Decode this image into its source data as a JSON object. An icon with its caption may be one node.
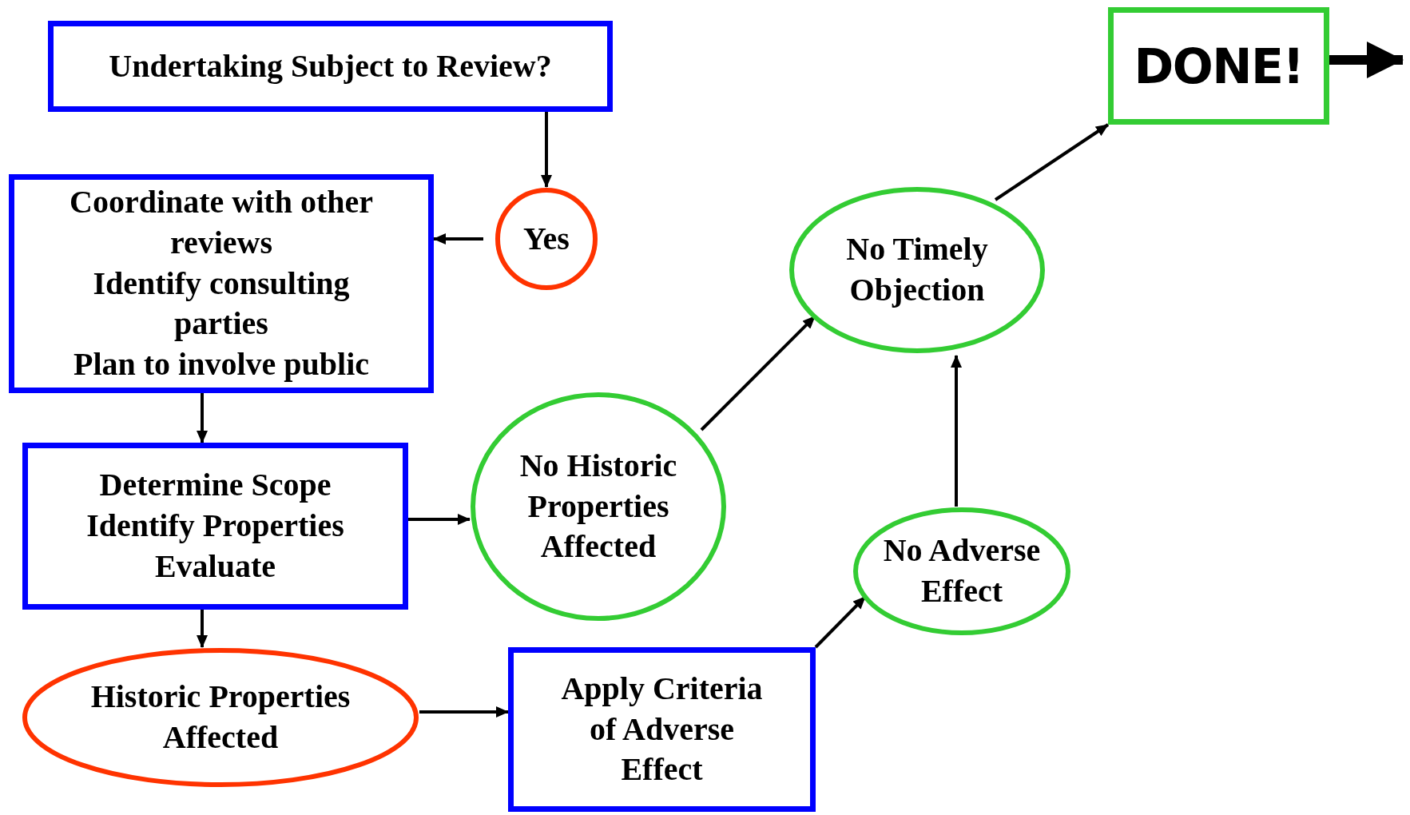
{
  "diagram": {
    "nodes": [
      {
        "text": [
          "Undertaking Subject to Review?"
        ]
      },
      {
        "text": [
          "Yes"
        ]
      },
      {
        "text": [
          "Coordinate with other reviews",
          "Identify consulting parties",
          "Plan to involve public"
        ]
      },
      {
        "text": [
          "Determine Scope",
          "Identify Properties",
          "Evaluate"
        ]
      },
      {
        "text": [
          "No Historic Properties Affected"
        ]
      },
      {
        "text": [
          "Historic Properties Affected"
        ]
      },
      {
        "text": [
          "Apply Criteria of Adverse Effect"
        ]
      },
      {
        "text": [
          "No Adverse Effect"
        ]
      },
      {
        "text": [
          "No Timely Objection"
        ]
      },
      {
        "text": [
          "DONE!"
        ]
      }
    ],
    "edges": [
      {
        "from": 0,
        "to": 1,
        "arrow": "to"
      },
      {
        "from": 1,
        "to": 2,
        "arrow": "to"
      },
      {
        "from": 2,
        "to": 3,
        "arrow": "to"
      },
      {
        "from": 3,
        "to": 4,
        "arrow": "to"
      },
      {
        "from": 3,
        "to": 5,
        "arrow": "to"
      },
      {
        "from": 5,
        "to": 6,
        "arrow": "to"
      },
      {
        "from": 6,
        "to": 7,
        "arrow": "to"
      },
      {
        "from": 4,
        "to": 8,
        "arrow": "to"
      },
      {
        "from": 7,
        "to": 8,
        "arrow": "to"
      },
      {
        "from": 8,
        "to": 9,
        "arrow": "to"
      },
      {
        "from": 9,
        "to": null,
        "arrow": "to",
        "style": "thick"
      }
    ]
  }
}
